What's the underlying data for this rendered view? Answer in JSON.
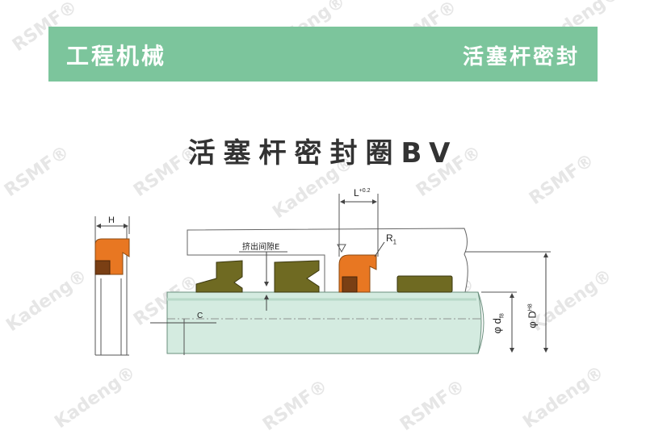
{
  "header": {
    "left_text": "工程机械",
    "right_text": "活塞杆密封",
    "band_color": "#7cc59c"
  },
  "title": "活塞杆密封圈BV",
  "watermarks": {
    "brand_a": "RSMF®",
    "brand_b": "Kadeng®"
  },
  "labels": {
    "height": "H",
    "length": "L",
    "length_tolerance": "+0.2",
    "radius": "R",
    "radius_sub": "1",
    "extrusion_gap": "挤出间隙E",
    "chamfer": "C",
    "rod_dia_prefix": "φ d",
    "rod_dia_fit": "f8",
    "bore_dia_prefix": "φ D",
    "bore_dia_fit": "H8"
  },
  "colors": {
    "seal_orange": "#e87722",
    "seal_brown": "#7a3f14",
    "rod_green": "#d4ebe0",
    "backup_olive": "#6f6a22",
    "housing": "#ffffff",
    "line": "#555555"
  }
}
